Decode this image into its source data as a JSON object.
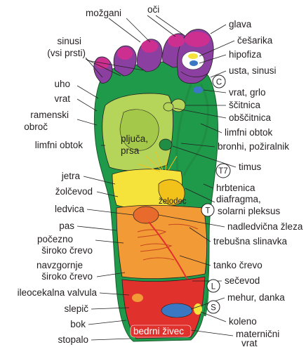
{
  "diagram": {
    "left_labels": {
      "mozgani": "možgani",
      "oci": "oči",
      "sinusi_line1": "sinusi",
      "sinusi_line2": "(vsi prsti)",
      "uho": "uho",
      "vrat": "vrat",
      "ramenski_line1": "ramenski",
      "ramenski_line2": "obroč",
      "limfni_obtok_left": "limfni obtok",
      "jetra": "jetra",
      "zolcevod": "žolčevod",
      "ledvica": "ledvica",
      "pas": "pas",
      "pocezno_line1": "počezno",
      "pocezno_line2": "široko črevo",
      "navzgornje_line1": "navzgornje",
      "navzgornje_line2": "široko črevo",
      "ileocekalna": "ileocekalna valvula",
      "slepic": "slepič",
      "bok": "bok",
      "stopalo": "stopalo"
    },
    "right_labels": {
      "glava": "glava",
      "cesarika": "češarika",
      "hipofiza": "hipofiza",
      "usta_sinusi": "usta, sinusi",
      "vrat_grlo": "vrat, grlo",
      "scitnica": "ščitnica",
      "obscitnica": "obščitnica",
      "limfni_obtok_right": "limfni obtok",
      "bronhi": "bronhi, požiralnik",
      "timus": "timus",
      "hrbtenica": "hrbtenica",
      "diafragma": "diafragma,",
      "solarni": "solarni pleksus",
      "nadledvicna": "nadledvična žleza",
      "trebusna": "trebušna slinavka",
      "tanko": "tanko črevo",
      "secevod": "sečevod",
      "mehur": "mehur, danka",
      "koleno": "koleno",
      "maternicni_line1": "maternični",
      "maternicni_line2": "vrat"
    },
    "inner_labels": {
      "pljuca_line1": "pljuča,",
      "pljuca_line2": "prsa",
      "zelodec": "želodec",
      "bedrni": "bedrni živec"
    },
    "markers": {
      "c": "C",
      "t7": "T7",
      "t": "T",
      "l": "L",
      "s": "S"
    },
    "colors": {
      "toe_purple": "#8b3fa0",
      "toe_tip_magenta": "#cc2f8f",
      "green_frame": "#1f9a4b",
      "lung_green": "#b5d45a",
      "liver_yellow": "#f5e23a",
      "stomach_yellow": "#f2c21a",
      "intestine_orange": "#f29a35",
      "heel_red": "#e0312d",
      "heel_blue": "#3a78c4",
      "spine_line": "#1f8d43"
    }
  }
}
